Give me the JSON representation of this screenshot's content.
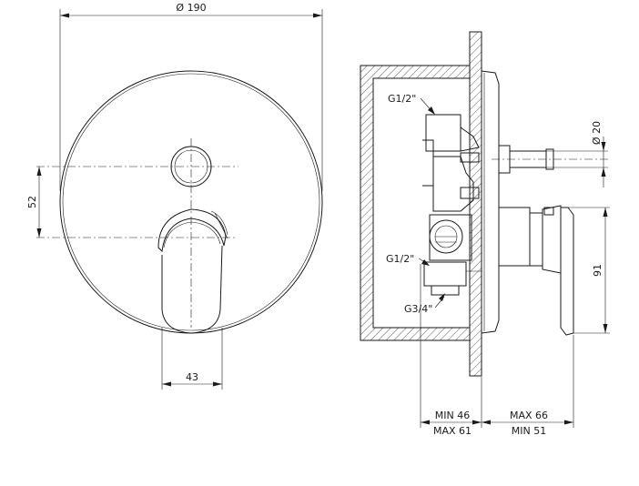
{
  "front_view": {
    "diameter_label": "Ø 190",
    "spacing_label": "52",
    "lever_width_label": "43"
  },
  "side_view": {
    "inlet_top_label": "G1/2\"",
    "inlet_mid_label": "G1/2\"",
    "outlet_label": "G3/4\"",
    "pipe_diameter_label": "Ø 20",
    "height_label": "91",
    "depth_min_label": "MIN 46",
    "depth_max_label": "MAX 61",
    "proj_max_label": "MAX 66",
    "proj_min_label": "MIN 51"
  }
}
